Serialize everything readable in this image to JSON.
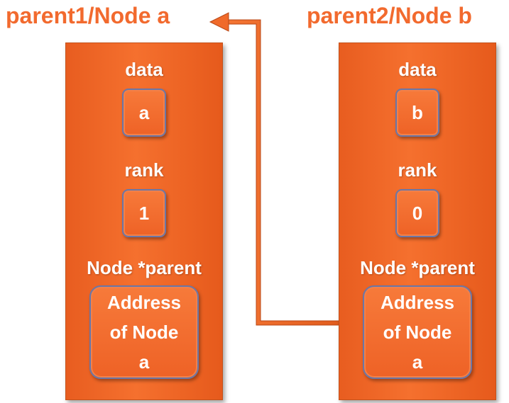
{
  "titles": {
    "left": "parent1/Node a",
    "right": "parent2/Node b"
  },
  "nodes": [
    {
      "data_label": "data",
      "data_value": "a",
      "rank_label": "rank",
      "rank_value": "1",
      "parent_label": "Node *parent",
      "parent_value_lines": [
        "Address",
        "of Node",
        "a"
      ]
    },
    {
      "data_label": "data",
      "data_value": "b",
      "rank_label": "rank",
      "rank_value": "0",
      "parent_label": "Node *parent",
      "parent_value_lines": [
        "Address",
        "of Node",
        "a"
      ]
    }
  ],
  "colors": {
    "title": "#f26a2e",
    "panel": "#ee6226",
    "box_border": "#6a77a8"
  }
}
